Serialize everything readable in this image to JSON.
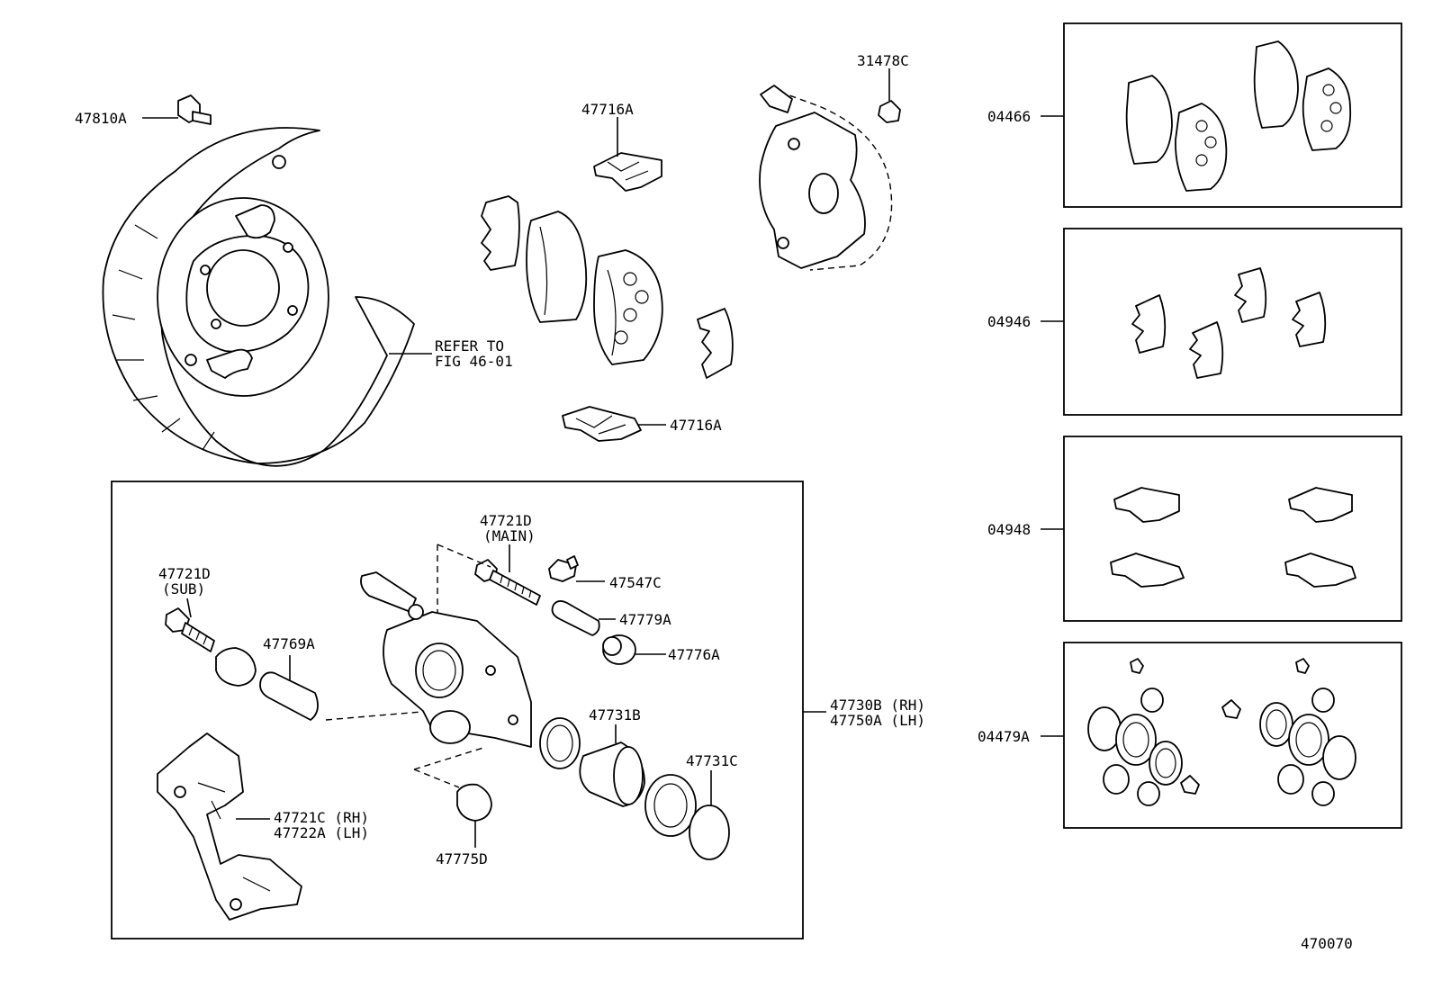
{
  "labels": {
    "l47810A": "47810A",
    "l31478C": "31478C",
    "l47716A_top": "47716A",
    "l47716A_bot": "47716A",
    "refer1": "REFER TO",
    "refer2": "FIG 46-01",
    "l04466": "04466",
    "l04946": "04946",
    "l04948": "04948",
    "l04479A": "04479A",
    "l47721D_main": "47721D",
    "main": "(MAIN)",
    "l47721D_sub": "47721D",
    "sub": "(SUB)",
    "l47547C": "47547C",
    "l47779A": "47779A",
    "l47769A": "47769A",
    "l47776A": "47776A",
    "l47730B": "47730B (RH)",
    "l47750A": "47750A (LH)",
    "l47731B": "47731B",
    "l47731C": "47731C",
    "l47721C": "47721C (RH)",
    "l47722A": "47722A (LH)",
    "l47775D": "47775D",
    "fig_no": "470070"
  }
}
